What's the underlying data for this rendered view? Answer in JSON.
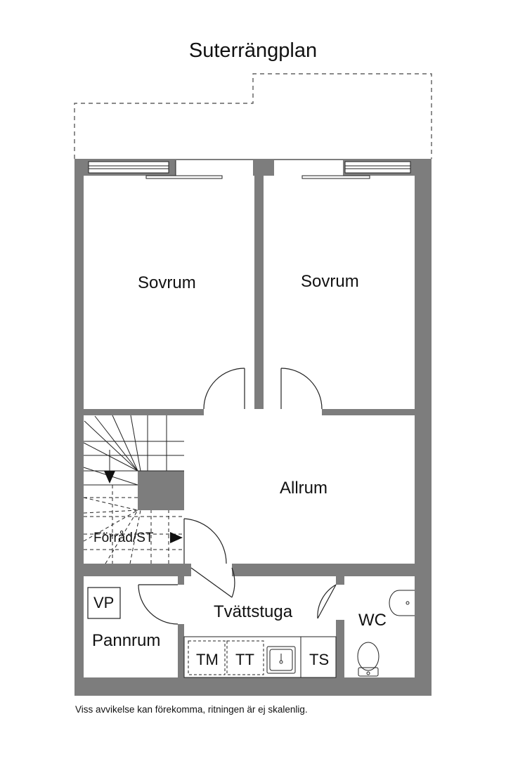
{
  "title": "Suterrängplan",
  "rooms": {
    "bedroom_left": "Sovrum",
    "bedroom_right": "Sovrum",
    "family_room": "Allrum",
    "storage": "Förråd/ST",
    "laundry": "Tvättstuga",
    "boiler_room": "Pannrum",
    "wc": "WC"
  },
  "fixtures": {
    "vp": "VP",
    "tm": "TM",
    "tt": "TT",
    "ts": "TS"
  },
  "disclaimer": "Viss avvikelse kan förekomma, ritningen är ej skalenlig.",
  "colors": {
    "wall": "#7d7d7d",
    "line": "#222222",
    "background": "#ffffff"
  }
}
